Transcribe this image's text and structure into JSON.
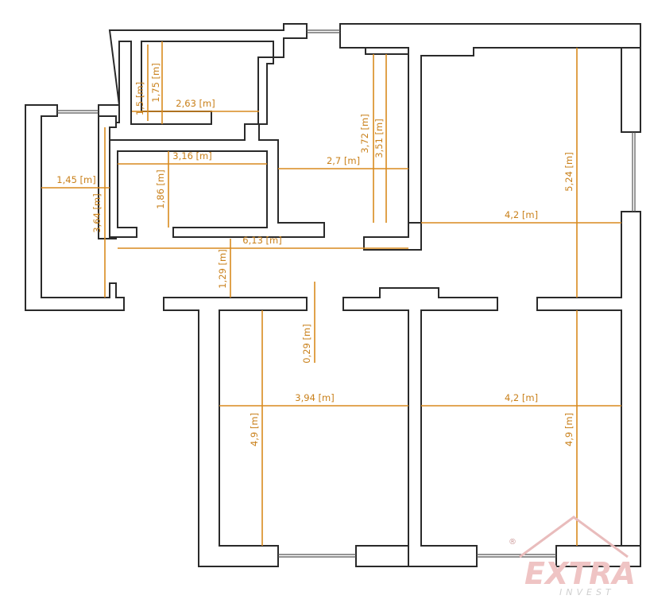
{
  "colors": {
    "wall_stroke": "#2a2a2a",
    "dimension": "#d98a1e",
    "logo": "#e9bcbc"
  },
  "dimensions": [
    {
      "id": "d1",
      "label": "1,5 [m]"
    },
    {
      "id": "d2",
      "label": "1,75 [m]"
    },
    {
      "id": "d3",
      "label": "2,63 [m]"
    },
    {
      "id": "d4",
      "label": "3,16 [m]"
    },
    {
      "id": "d5",
      "label": "1,86 [m]"
    },
    {
      "id": "d6",
      "label": "1,45 [m]"
    },
    {
      "id": "d7",
      "label": "3,64 [m]"
    },
    {
      "id": "d8",
      "label": "6,13 [m]"
    },
    {
      "id": "d9",
      "label": "1,29 [m]"
    },
    {
      "id": "d10",
      "label": "3,72 [m]"
    },
    {
      "id": "d11",
      "label": "3,51 [m]"
    },
    {
      "id": "d12",
      "label": "2,7 [m]"
    },
    {
      "id": "d13",
      "label": "5,24 [m]"
    },
    {
      "id": "d14",
      "label": "4,2 [m]"
    },
    {
      "id": "d15",
      "label": "0,29 [m]"
    },
    {
      "id": "d16",
      "label": "3,94 [m]"
    },
    {
      "id": "d17",
      "label": "4,9 [m]"
    },
    {
      "id": "d18",
      "label": "4,2 [m]"
    },
    {
      "id": "d19",
      "label": "4,9 [m]"
    }
  ],
  "logo": {
    "text": "EXTRA",
    "sub": "INVEST",
    "reg": "®"
  }
}
